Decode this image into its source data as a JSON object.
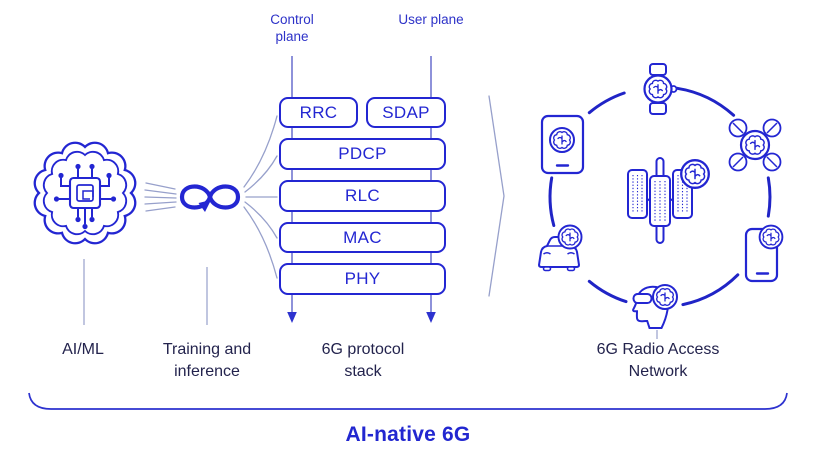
{
  "diagram": {
    "caption": "AI-native 6G",
    "planes": {
      "control": "Control plane",
      "user": "User plane"
    },
    "stack_layers": [
      "RRC",
      "SDAP",
      "PDCP",
      "RLC",
      "MAC",
      "PHY"
    ],
    "flow": [
      {
        "id": "aiml",
        "label": "AI/ML",
        "icon": "ai-brain-icon"
      },
      {
        "id": "training",
        "label": "Training and inference",
        "icon": "infinity-loop-icon"
      },
      {
        "id": "stack",
        "label": "6G protocol stack"
      },
      {
        "id": "ran",
        "label": "6G Radio Access Network"
      }
    ],
    "ran_devices": [
      "smartwatch",
      "drone",
      "smartphone",
      "ar-headset",
      "car",
      "tablet",
      "base-station"
    ],
    "colors": {
      "primary": "#2326d2",
      "accent_text": "#2227d0",
      "label_text": "#23234d",
      "connector": "#97a0cb"
    }
  }
}
